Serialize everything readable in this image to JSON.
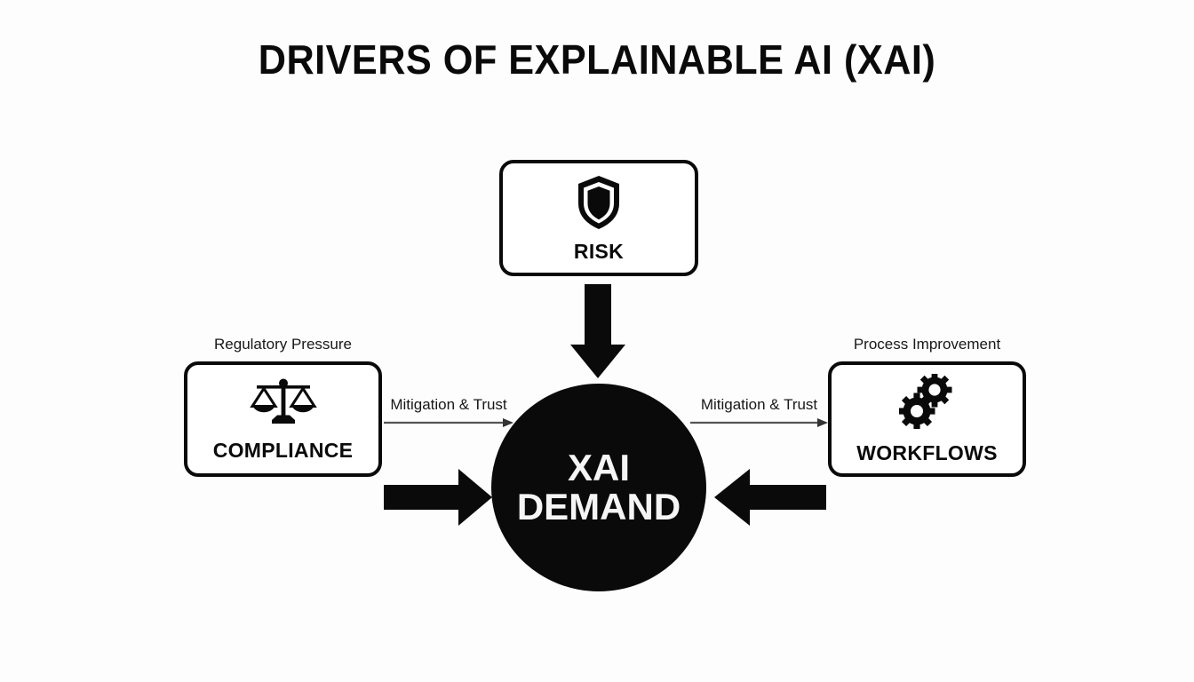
{
  "page": {
    "title": "DRIVERS OF EXPLAINABLE AI (XAI)",
    "background_color": "#fdfdfe",
    "ink_color": "#0a0a0a"
  },
  "hub": {
    "line1": "XAI",
    "line2": "DEMAND",
    "fill_color": "#0a0a0a",
    "text_color": "#f5f5f5"
  },
  "nodes": {
    "risk": {
      "label": "RISK",
      "icon": "shield-icon"
    },
    "compliance": {
      "caption": "Regulatory Pressure",
      "label": "COMPLIANCE",
      "icon": "balance-scales-icon"
    },
    "workflows": {
      "caption": "Process Improvement",
      "label": "WORKFLOWS",
      "icon": "gears-icon"
    }
  },
  "connectors": {
    "left_thin": {
      "label": "Mitigation & Trust",
      "direction": "right",
      "line_color": "#555555"
    },
    "right_thin": {
      "label": "Mitigation & Trust",
      "direction": "right",
      "line_color": "#555555"
    },
    "top_block": {
      "direction": "down",
      "from": "RISK",
      "to": "XAI DEMAND"
    },
    "left_block": {
      "direction": "right",
      "from": "COMPLIANCE",
      "to": "XAI DEMAND"
    },
    "right_block": {
      "direction": "left",
      "from": "WORKFLOWS",
      "to": "XAI DEMAND"
    }
  }
}
